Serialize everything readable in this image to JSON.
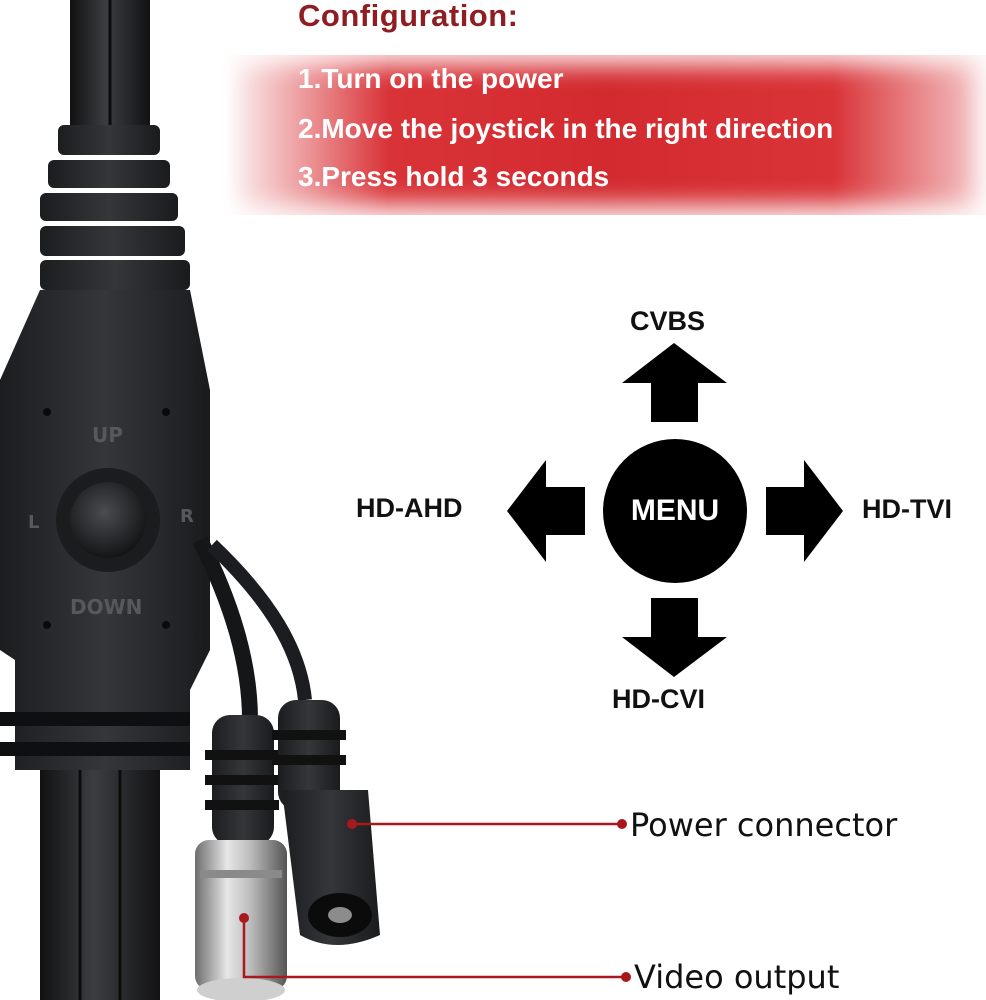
{
  "config": {
    "title": "Configuration:",
    "steps": [
      "1.Turn on the power",
      "2.Move the joystick in the right direction",
      "3.Press hold 3 seconds"
    ]
  },
  "joystick": {
    "center_label": "MENU",
    "up_label": "CVBS",
    "left_label": "HD-AHD",
    "right_label": "HD-TVI",
    "down_label": "HD-CVI"
  },
  "device": {
    "up_text": "UP",
    "down_text": "DOWN",
    "left_text": "L",
    "right_text": "R"
  },
  "callouts": {
    "power": "Power connector",
    "video": "Video output"
  },
  "colors": {
    "title": "#8e1e22",
    "banner": "#d32a2f",
    "callout_line": "#a8181c",
    "device_body": "#2a2c2f"
  }
}
